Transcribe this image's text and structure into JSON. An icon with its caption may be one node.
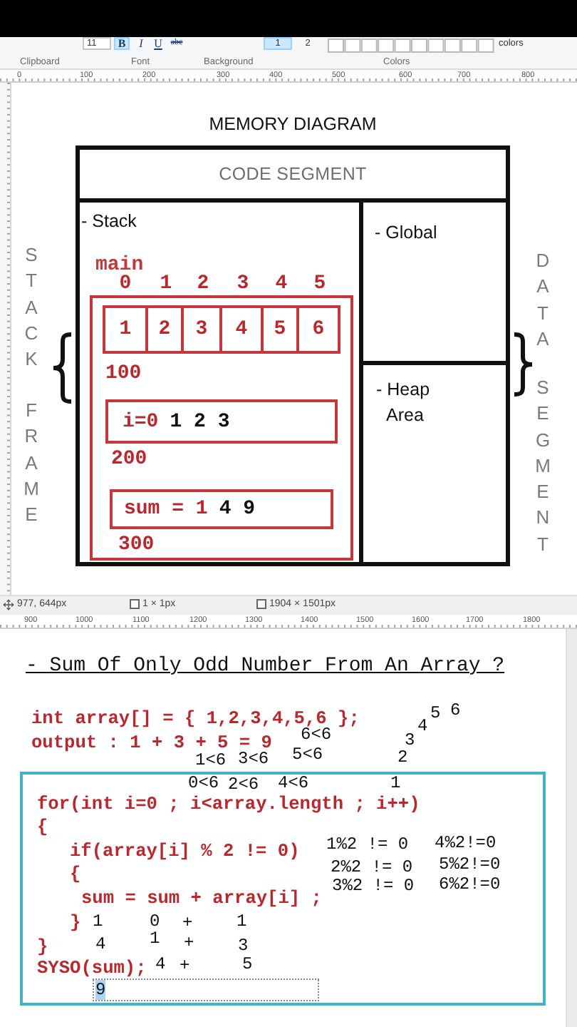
{
  "diagram": {
    "title": "MEMORY DIAGRAM",
    "nodes": [
      {
        "text": [
          "CODE SEGMENT"
        ]
      },
      {
        "text": [
          "- Stack"
        ]
      },
      {
        "text": [
          "main"
        ],
        "in": 1
      },
      {
        "text": [
          "1"
        ],
        "in": 2,
        "beside": [
          "0"
        ]
      },
      {
        "text": [
          "2"
        ],
        "in": 2,
        "beside": [
          "1"
        ]
      },
      {
        "text": [
          "3"
        ],
        "in": 2,
        "beside": [
          "2"
        ]
      },
      {
        "text": [
          "4"
        ],
        "in": 2,
        "beside": [
          "3"
        ]
      },
      {
        "text": [
          "5"
        ],
        "in": 2,
        "beside": [
          "4"
        ]
      },
      {
        "text": [
          "6"
        ],
        "in": 2,
        "beside": [
          "5"
        ]
      },
      {
        "text": [
          "i=0",
          "1 2 3"
        ],
        "in": 2,
        "beside": [
          "200"
        ]
      },
      {
        "text": [
          "sum = 1",
          "4 9"
        ],
        "in": 2,
        "beside": [
          "300"
        ]
      },
      {
        "text": [
          "- Global"
        ]
      },
      {
        "text": [
          "- Heap Area"
        ]
      },
      {
        "text": [
          "for(int i=0 ; i<array.length ; i++)",
          "{",
          "if(array[i] % 2 != 0)",
          "{",
          "sum = sum + array[i] ;",
          "}",
          "}",
          "SYSO(sum);"
        ]
      }
    ],
    "labels": [
      "11",
      "B",
      "I",
      "U",
      "abc",
      "1",
      "2",
      "colors",
      "Clipboard",
      "Font",
      "Background",
      "Colors",
      "0",
      "100",
      "200",
      "300",
      "400",
      "500",
      "600",
      "700",
      "800",
      "STACK",
      "DATA",
      "100",
      "FRAME",
      "SEGMENT",
      "977, 644px",
      "1 × 1px",
      "1904 × 1501px",
      "900",
      "1000",
      "1100",
      "1200",
      "1300",
      "1400",
      "1500",
      "1600",
      "1700",
      "1800",
      "- Sum Of Only Odd Number From An Array ?",
      "int array[] = { 1,2,3,4,5,6 };",
      "5",
      "6",
      "4",
      "output : 1 + 3 + 5 = 9",
      "6<6",
      "3",
      "1<6",
      "3<6",
      "5<6",
      "2",
      "0<6",
      "2<6",
      "4<6",
      "1",
      "1%2 != 0",
      "4%2!=0",
      "2%2 != 0",
      "5%2!=0",
      "3%2 != 0",
      "6%2!=0",
      "1",
      "0",
      "+",
      "1",
      "4",
      "1",
      "+",
      "3",
      "4",
      "+",
      "5",
      "9"
    ]
  }
}
